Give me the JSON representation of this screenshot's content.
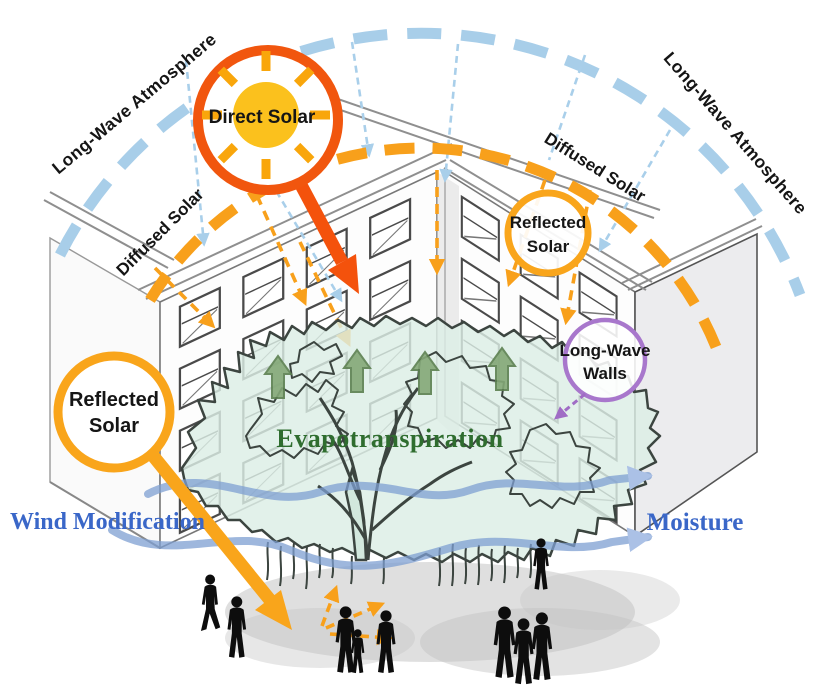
{
  "diagram": {
    "labels": {
      "long_wave_atmosphere_left": "Long-Wave Atmosphere",
      "long_wave_atmosphere_right": "Long-Wave Atmosphere",
      "direct_solar": "Direct Solar",
      "diffused_solar_left": "Diffused Solar",
      "diffused_solar_right": "Diffused Solar",
      "reflected_solar_left_line1": "Reflected",
      "reflected_solar_left_line2": "Solar",
      "reflected_solar_right_line1": "Reflected",
      "reflected_solar_right_line2": "Solar",
      "long_wave_walls_line1": "Long-Wave",
      "long_wave_walls_line2": "Walls",
      "evapotranspiration": "Evapotranspiration",
      "wind_modification": "Wind Modification",
      "moisture": "Moisture"
    },
    "icons": {
      "sun": "sun-icon",
      "up_arrows": "evapotranspiration-up-arrow-icons",
      "wind_arrows": "wind-flow-arrow-icons",
      "people": "people-silhouette-icons",
      "tree": "tree-icon"
    },
    "colors": {
      "solar_orange": "#F8A01B",
      "direct_solar_ring": "#F1560E",
      "direct_solar_arrow": "#F4520C",
      "sun_fill": "#FBC11D",
      "sun_rays": "#F9A60B",
      "long_wave_sky_blue": "#A8CEE9",
      "sky_ray_blue": "#A9CFEA",
      "wind_blue": "#7E9FD1",
      "wind_arrowhead_blue": "#ABC1E6",
      "text_blue": "#3A67C8",
      "evapotranspiration_green": "#2F6D2F",
      "tree_fill": "#DCEEE5",
      "tree_outline": "#3C4540",
      "green_arrow": "#84A877",
      "long_wave_walls_purple": "#A877CC",
      "building_face_gray": "#ECECEE",
      "silhouette_black": "#0D0D0D"
    }
  }
}
